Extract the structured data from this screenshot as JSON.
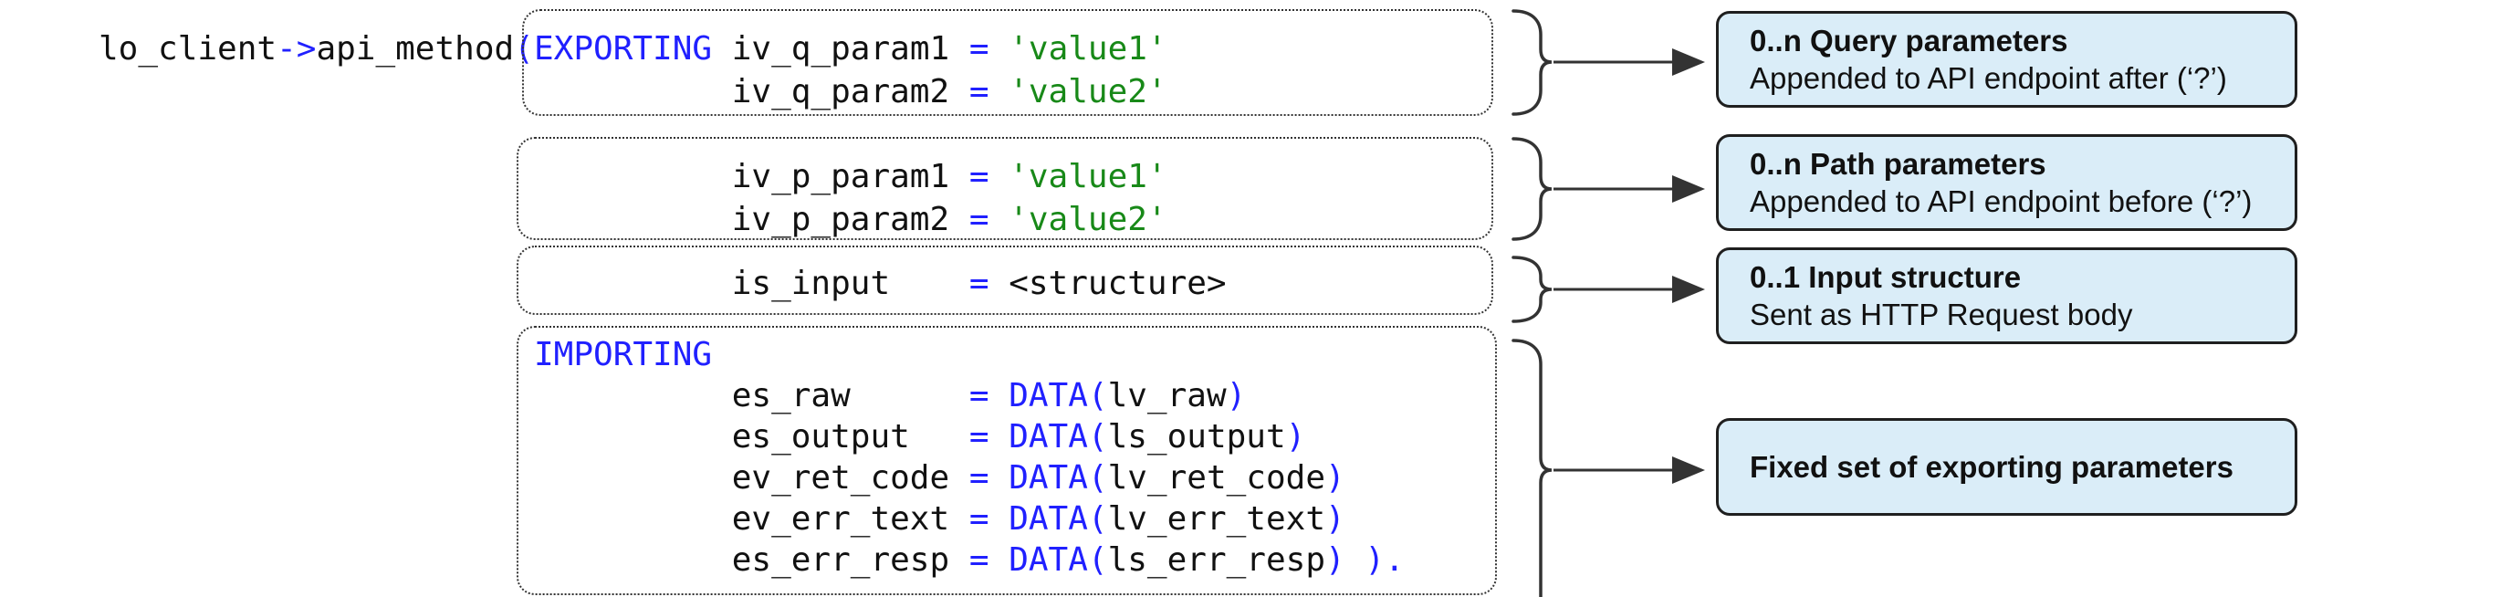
{
  "colors": {
    "code_keyword_blue": "#2020ff",
    "code_string_green": "#188918",
    "code_plain": "#111111",
    "callout_background": "#daedf8",
    "callout_border": "#1f1f1f",
    "connector_stroke": "#333333"
  },
  "code": {
    "caller": [
      [
        "lo_client",
        "p"
      ],
      [
        "->",
        "b"
      ],
      [
        "api_method",
        "p"
      ],
      [
        "(",
        "b"
      ]
    ],
    "boxes": [
      {
        "name": "query-parameters",
        "lines": [
          [
            [
              "EXPORTING",
              "b"
            ],
            [
              " iv_q_param1 ",
              "p"
            ],
            [
              "=",
              "b"
            ],
            [
              " ",
              "p"
            ],
            [
              "'value1'",
              "g"
            ]
          ],
          [
            [
              "          iv_q_param2 ",
              "p"
            ],
            [
              "=",
              "b"
            ],
            [
              " ",
              "p"
            ],
            [
              "'value2'",
              "g"
            ]
          ]
        ]
      },
      {
        "name": "path-parameters",
        "lines": [
          [
            [
              "          iv_p_param1 ",
              "p"
            ],
            [
              "=",
              "b"
            ],
            [
              " ",
              "p"
            ],
            [
              "'value1'",
              "g"
            ]
          ],
          [
            [
              "          iv_p_param2 ",
              "p"
            ],
            [
              "=",
              "b"
            ],
            [
              " ",
              "p"
            ],
            [
              "'value2'",
              "g"
            ]
          ]
        ]
      },
      {
        "name": "input-structure",
        "lines": [
          [
            [
              "          is_input    ",
              "p"
            ],
            [
              "=",
              "b"
            ],
            [
              " <structure>",
              "p"
            ]
          ]
        ]
      },
      {
        "name": "exporting-parameters",
        "lines": [
          [
            [
              "IMPORTING",
              "b"
            ]
          ],
          [
            [
              "          es_raw      ",
              "p"
            ],
            [
              "=",
              "b"
            ],
            [
              " ",
              "p"
            ],
            [
              "DATA(",
              "b"
            ],
            [
              "lv_raw",
              "p"
            ],
            [
              ")",
              "b"
            ]
          ],
          [
            [
              "          es_output   ",
              "p"
            ],
            [
              "=",
              "b"
            ],
            [
              " ",
              "p"
            ],
            [
              "DATA(",
              "b"
            ],
            [
              "ls_output",
              "p"
            ],
            [
              ")",
              "b"
            ]
          ],
          [
            [
              "          ev_ret_code ",
              "p"
            ],
            [
              "=",
              "b"
            ],
            [
              " ",
              "p"
            ],
            [
              "DATA(",
              "b"
            ],
            [
              "lv_ret_code",
              "p"
            ],
            [
              ")",
              "b"
            ]
          ],
          [
            [
              "          ev_err_text ",
              "p"
            ],
            [
              "=",
              "b"
            ],
            [
              " ",
              "p"
            ],
            [
              "DATA(",
              "b"
            ],
            [
              "lv_err_text",
              "p"
            ],
            [
              ")",
              "b"
            ]
          ],
          [
            [
              "          es_err_resp ",
              "p"
            ],
            [
              "=",
              "b"
            ],
            [
              " ",
              "p"
            ],
            [
              "DATA(",
              "b"
            ],
            [
              "ls_err_resp",
              "p"
            ],
            [
              ") ).",
              "b"
            ]
          ]
        ]
      }
    ]
  },
  "callouts": [
    {
      "title": "0..n Query parameters",
      "body": "Appended to API endpoint after (‘?’)"
    },
    {
      "title": "0..n Path parameters",
      "body": "Appended to API endpoint before (‘?’)"
    },
    {
      "title": "0..1 Input structure",
      "body": "Sent as HTTP Request body"
    },
    {
      "title": "Fixed set of exporting parameters",
      "body": ""
    }
  ]
}
